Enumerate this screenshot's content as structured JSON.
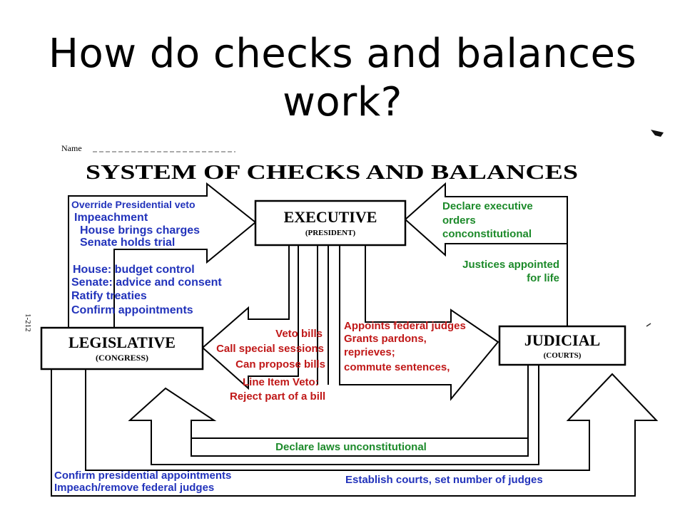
{
  "slide_title": "How do checks and balances work?",
  "worksheet": {
    "name_label": "Name",
    "heading": "SYSTEM OF CHECKS AND BALANCES",
    "side_code": "1-212"
  },
  "boxes": {
    "executive": {
      "title": "EXECUTIVE",
      "subtitle": "(PRESIDENT)"
    },
    "legislative": {
      "title": "LEGISLATIVE",
      "subtitle": "(CONGRESS)"
    },
    "judicial": {
      "title": "JUDICIAL",
      "subtitle": "(COURTS)"
    }
  },
  "legislative_to_executive": [
    "Override Presidential veto",
    "Impeachment",
    "House brings charges",
    "Senate holds trial",
    "House: budget control",
    "Senate: advice and consent",
    "Ratify treaties",
    "Confirm appointments"
  ],
  "judicial_to_executive": [
    "Declare executive",
    "orders",
    "conconstitutional",
    "Justices appointed",
    "for life"
  ],
  "executive_to_legislative": [
    "Veto bills",
    "Call special sessions",
    "Can propose bills",
    "Line Item Veto:",
    "Reject part of a bill"
  ],
  "executive_to_judicial": [
    "Appoints federal judges",
    "Grants pardons,",
    "reprieves;",
    "commute sentences,"
  ],
  "judicial_to_legislative": "Declare laws unconstitutional",
  "legislative_to_judicial_left": [
    "Confirm presidential appointments",
    "Impeach/remove federal judges"
  ],
  "legislative_to_judicial_right": "Establish courts, set number of judges",
  "colors": {
    "legislative_checks": "#2233bb",
    "judicial_checks": "#1c8a2a",
    "executive_checks": "#c01818"
  }
}
